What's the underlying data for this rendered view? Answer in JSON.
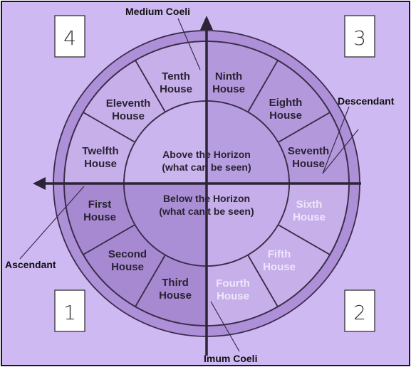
{
  "quadrant_numbers": {
    "q4": "4",
    "q3": "3",
    "q1": "1",
    "q2": "2"
  },
  "axis_labels": {
    "medium_coeli": "Medium Coeli",
    "imum_coeli": "Imum Coeli",
    "ascendant": "Ascendant",
    "descendant": "Descendant"
  },
  "houses": {
    "first": [
      "First",
      "House"
    ],
    "second": [
      "Second",
      "House"
    ],
    "third": [
      "Third",
      "House"
    ],
    "fourth": [
      "Fourth",
      "House"
    ],
    "fifth": [
      "Fifth",
      "House"
    ],
    "sixth": [
      "Sixth",
      "House"
    ],
    "seventh": [
      "Seventh",
      "House"
    ],
    "eighth": [
      "Eighth",
      "House"
    ],
    "ninth": [
      "Ninth",
      "House"
    ],
    "tenth": [
      "Tenth",
      "House"
    ],
    "eleventh": [
      "Eleventh",
      "House"
    ],
    "twelfth": [
      "Twelfth",
      "House"
    ]
  },
  "center": {
    "above_line1": "Above the Horizon",
    "above_line2": "(what can be seen)",
    "below_line1": "Below the Horizon",
    "below_line2": "(what can't be seen)"
  },
  "colors": {
    "background": "#ceb9f3",
    "outer_ring": "#ad90d7",
    "house_light": "#c7b0ea",
    "house_mid": "#b398dc",
    "house_dark": "#a689d1",
    "center_light": "#cbb5ee",
    "center_dark": "#ab8fd6",
    "line": "#3a2d4a",
    "text_dark": "#2a2233",
    "text_faded": "#eee6fb"
  }
}
